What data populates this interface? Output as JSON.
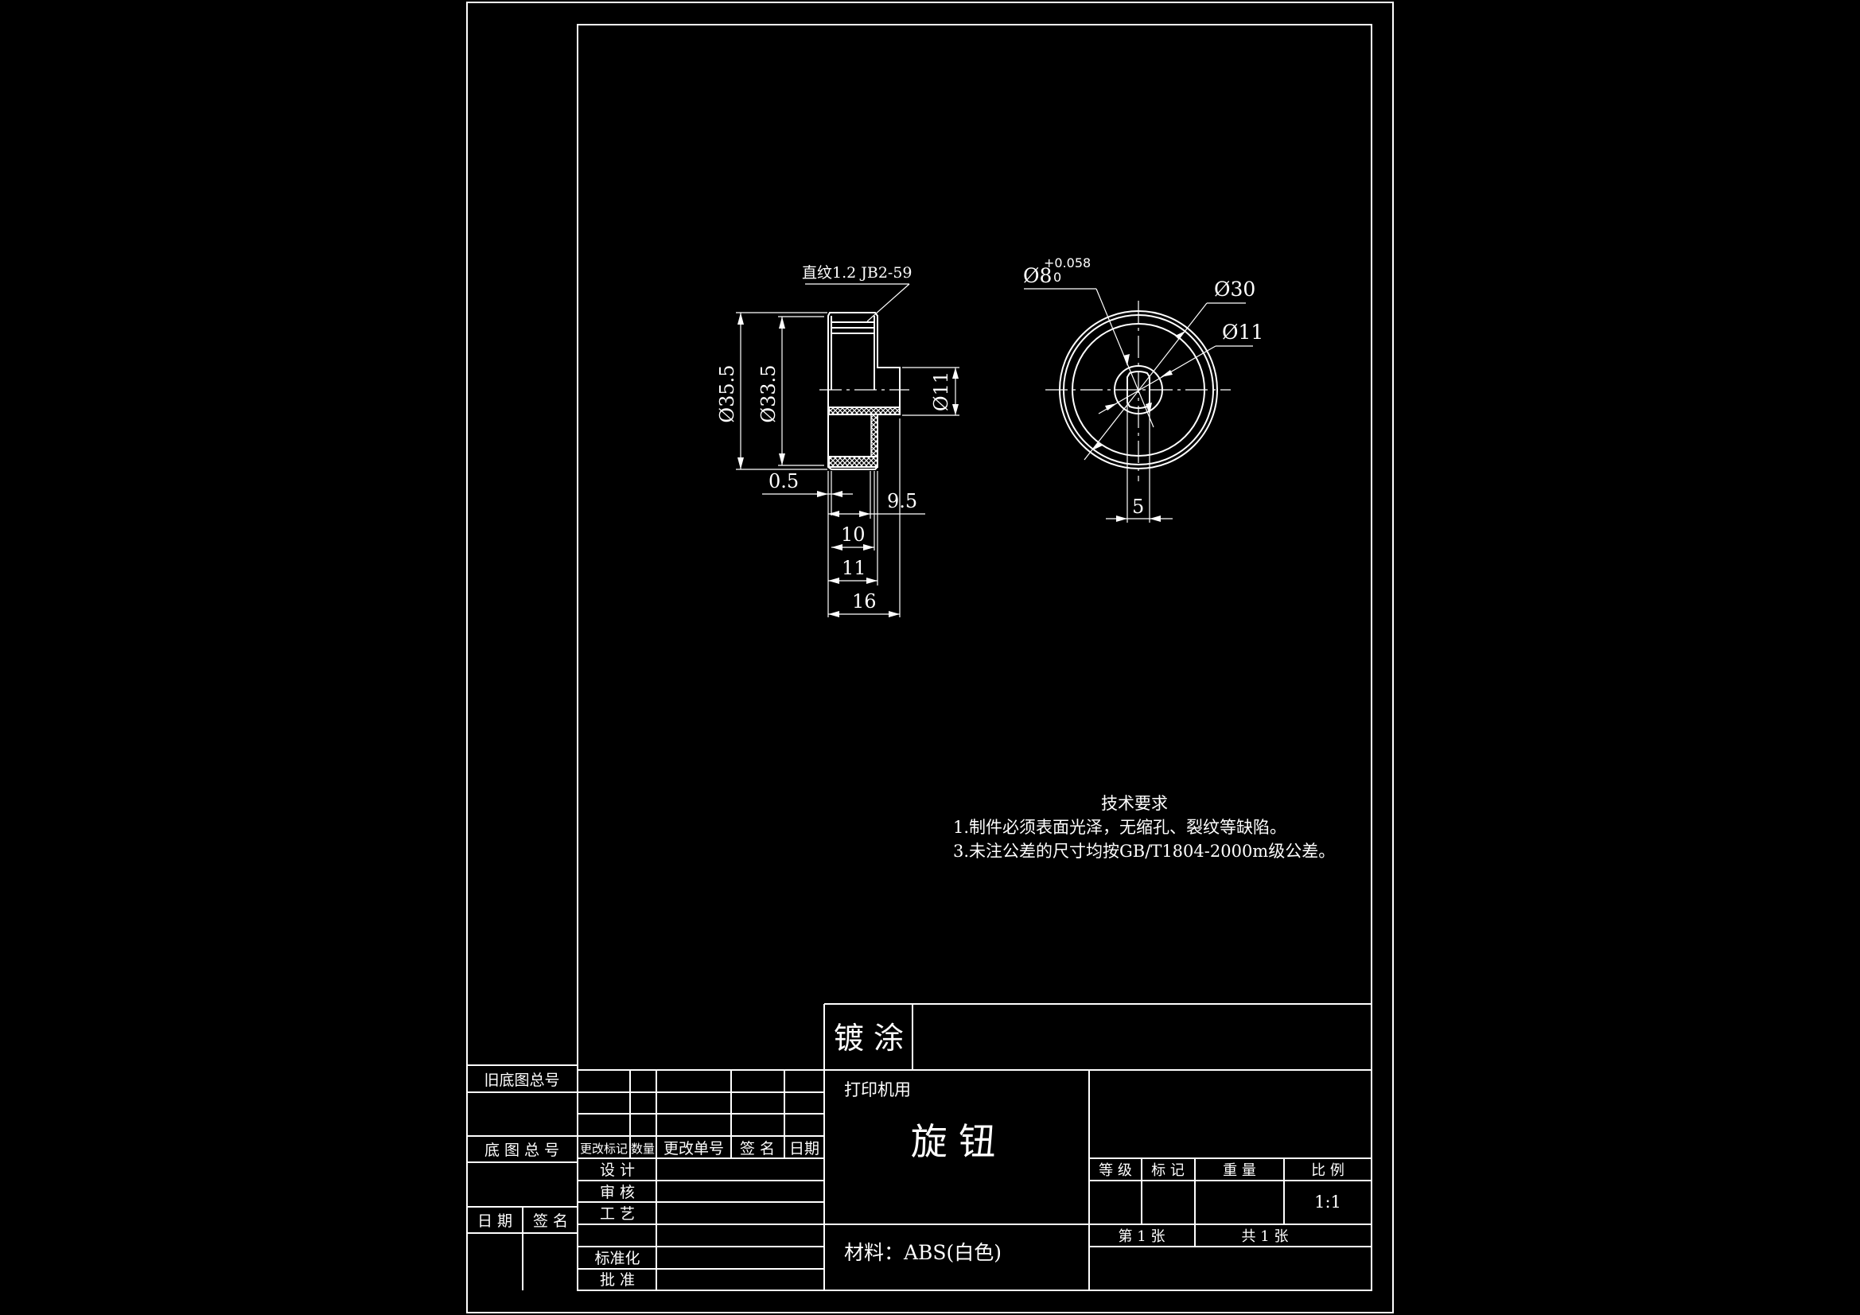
{
  "drawing": {
    "knurl_note": "直纹1.2 JB2-59",
    "side_view": {
      "dims": {
        "d_outer": "Ø35.5",
        "d_knurl_root": "Ø33.5",
        "d_hub": "Ø11",
        "chamfer": "0.5",
        "hub_length": "9.5",
        "len_10": "10",
        "len_11": "11",
        "len_16": "16"
      }
    },
    "front_view": {
      "dims": {
        "bore": "Ø8",
        "bore_tol_upper": "+0.058",
        "bore_tol_lower": "0",
        "d30": "Ø30",
        "d11": "Ø11",
        "flat_width": "5"
      }
    }
  },
  "tech_requirements": {
    "title": "技术要求",
    "items": [
      "1.制件必须表面光泽，无缩孔、裂纹等缺陷。",
      "3.未注公差的尺寸均按GB/T1804-2000m级公差。"
    ]
  },
  "title_block": {
    "coating_label": "镀 涂",
    "usage": "打印机用",
    "part_name": "旋 钮",
    "material": "材料：ABS(白色)",
    "grade_label": "等 级",
    "mark_label": "标  记",
    "weight_label": "重  量",
    "scale_label": "比  例",
    "scale_value": "1:1",
    "sheet_no": "第  1  张",
    "sheet_total": "共  1  张"
  },
  "revision_table": {
    "headers": [
      "更改标记",
      "数量",
      "更改单号",
      "签  名",
      "日期"
    ],
    "roles": [
      "设    计",
      "审    核",
      "工    艺",
      "",
      "标准化",
      "批    准"
    ]
  },
  "left_strip": {
    "old_drawing_no": "旧底图总号",
    "drawing_no": "底 图 总 号",
    "date": "日  期",
    "signature": "签  名"
  }
}
